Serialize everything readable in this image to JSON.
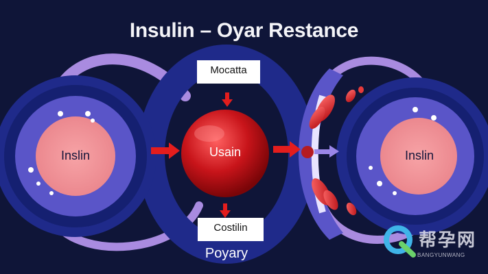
{
  "title": "Insulin – Oyar Restance",
  "labels": {
    "top_box": "Mocatta",
    "bottom_box": "Costilin",
    "left_cell": "Inslin",
    "right_cell": "Inslin",
    "center_cell": "Usain",
    "bottom_caption": "Poyary"
  },
  "watermark": {
    "cn_text": "帮孕网",
    "en_text": "BANGYUNWANG"
  },
  "colors": {
    "background": "#0f1538",
    "outer_ring": "#1f2a8a",
    "middle_ring": "#5a55c8",
    "cell_core": "#f1949a",
    "lavender_arc": "#a98be0",
    "red_sphere": "#c8141a",
    "arrow_red": "#e41d1d",
    "arrow_purple": "#9a86e8"
  }
}
